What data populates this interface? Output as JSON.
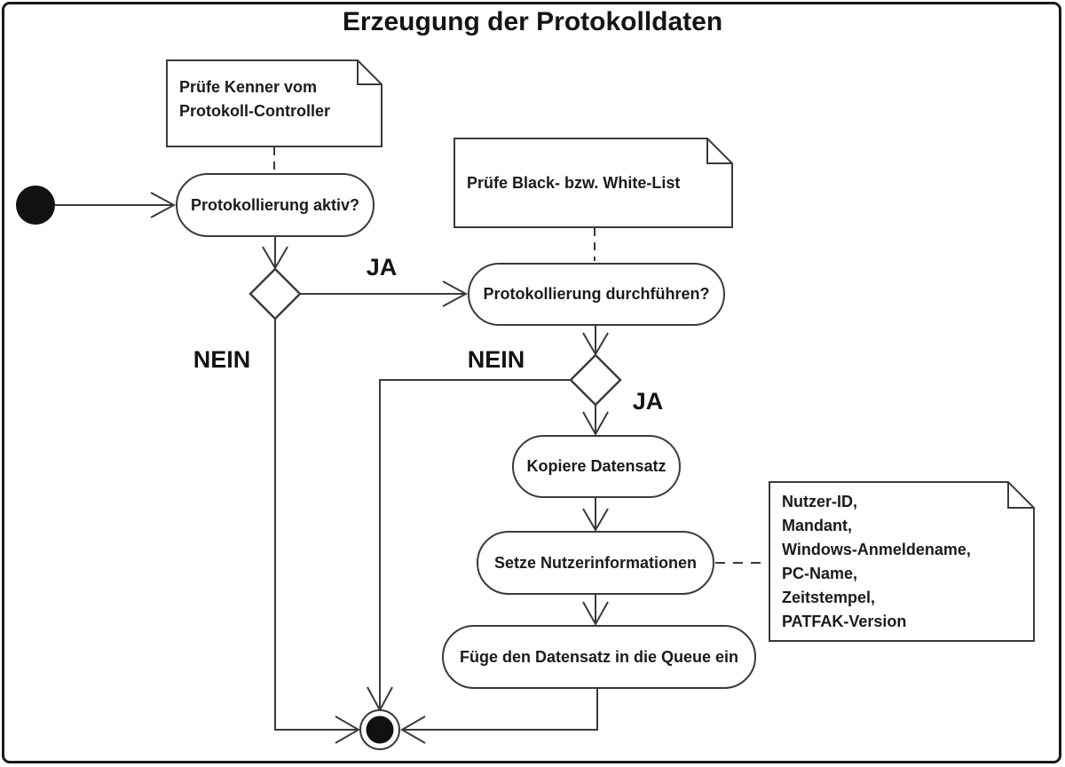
{
  "title": "Erzeugung der Protokolldaten",
  "notes": {
    "kenner": {
      "text": "Prüfe Kenner vom\nProtokoll-Controller"
    },
    "blacklist": {
      "text": "Prüfe Black- bzw. White-List"
    },
    "nutzer_felder": {
      "text": "Nutzer-ID,\nMandant,\nWindows-Anmeldename,\nPC-Name,\nZeitstempel,\nPATFAK-Version"
    }
  },
  "actions": {
    "aktiv": "Protokollierung aktiv?",
    "durchfuehren": "Protokollierung durchführen?",
    "kopiere": "Kopiere Datensatz",
    "setze": "Setze Nutzerinformationen",
    "fuege": "Füge den Datensatz in die Queue ein"
  },
  "edge_labels": {
    "ja1": "JA",
    "nein1": "NEIN",
    "nein2": "NEIN",
    "ja2": "JA"
  },
  "colors": {
    "stroke": "#3a3a3c",
    "node_fill": "#111111",
    "background": "#ffffff"
  }
}
